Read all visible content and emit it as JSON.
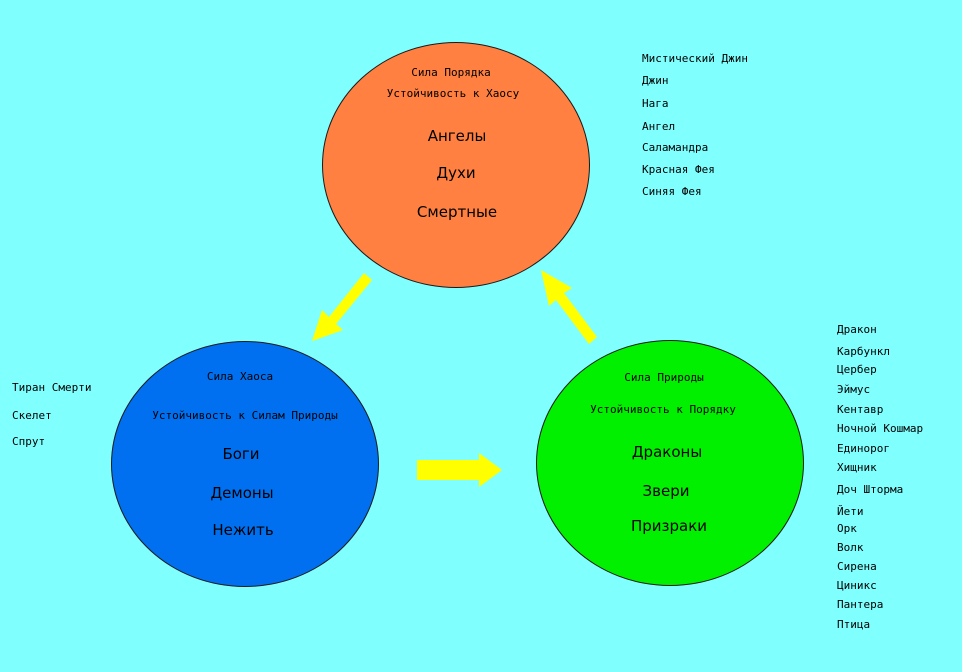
{
  "colors": {
    "background": "#80ffff",
    "order": "#ff8040",
    "chaos": "#0070f0",
    "nature": "#00f000",
    "arrow": "#ffff00"
  },
  "order": {
    "title": "Сила Порядка",
    "resistance": "Устойчивость к Хаосу",
    "members": [
      "Ангелы",
      "Духи",
      "Смертные"
    ],
    "list": [
      "Мистический Джин",
      "Джин",
      "Нага",
      "Ангел",
      "Саламандра",
      "Красная Фея",
      "Синяя Фея"
    ]
  },
  "chaos": {
    "title": "Сила Хаоса",
    "resistance": "Устойчивость к Силам Природы",
    "members": [
      "Боги",
      "Демоны",
      "Нежить"
    ],
    "list": [
      "Тиран Смерти",
      "Скелет",
      "Спрут"
    ]
  },
  "nature": {
    "title": "Сила Природы",
    "resistance": "Устойчивость к Порядку",
    "members": [
      "Драконы",
      "Звери",
      "Призраки"
    ],
    "list": [
      "Дракон",
      "Карбункл",
      "Цербер",
      "Эймус",
      "Кентавр",
      "Ночной Кошмар",
      "Единорог",
      "Хищник",
      "Доч Шторма",
      "Йети",
      "Орк",
      "Волк",
      "Сирена",
      "Циникс",
      "Пантера",
      "Птица"
    ]
  },
  "arrows": [
    {
      "from": "order",
      "to": "chaos",
      "icon": "arrow-icon"
    },
    {
      "from": "chaos",
      "to": "nature",
      "icon": "arrow-icon"
    },
    {
      "from": "nature",
      "to": "order",
      "icon": "arrow-icon"
    }
  ]
}
